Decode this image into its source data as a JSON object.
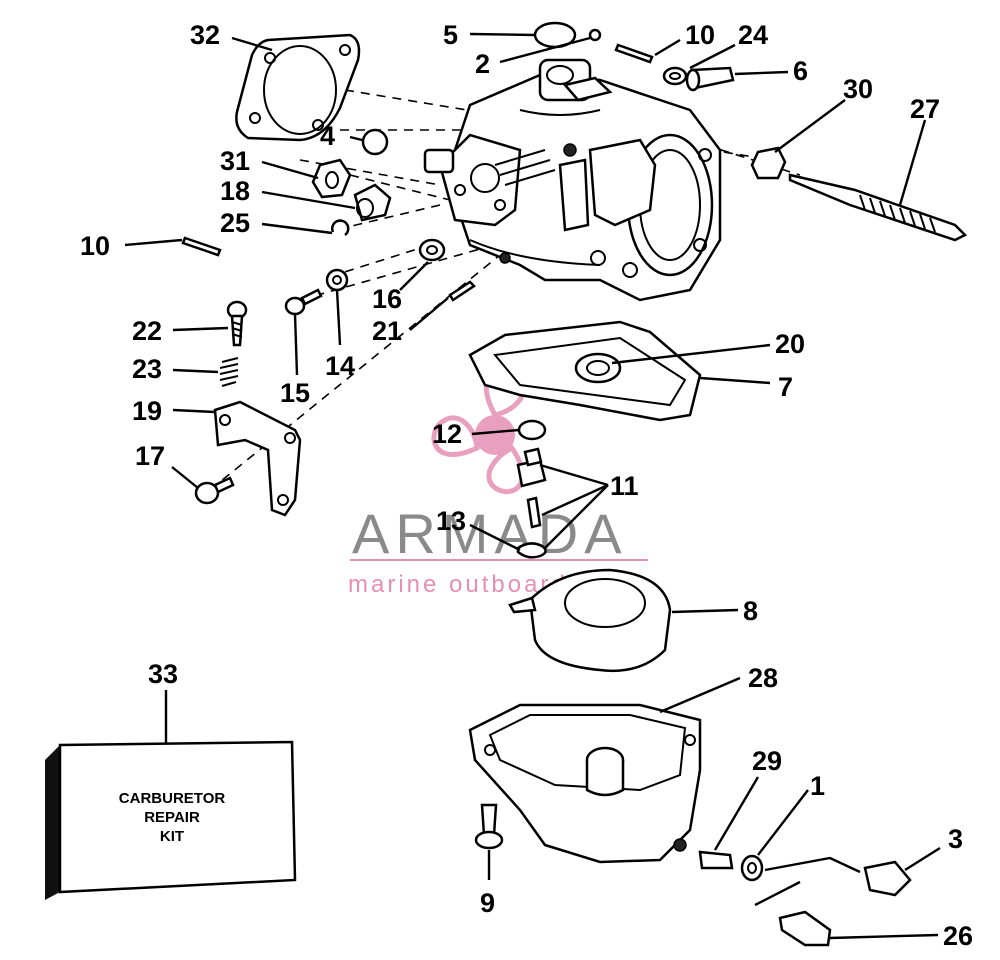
{
  "diagram": {
    "labels": {
      "l32": "32",
      "l5": "5",
      "l2": "2",
      "l10a": "10",
      "l24": "24",
      "l6": "6",
      "l30": "30",
      "l27": "27",
      "l4": "4",
      "l31": "31",
      "l18": "18",
      "l25": "25",
      "l10b": "10",
      "l16": "16",
      "l21": "21",
      "l14": "14",
      "l15": "15",
      "l22": "22",
      "l23": "23",
      "l19": "19",
      "l17": "17",
      "l20": "20",
      "l7": "7",
      "l12": "12",
      "l11": "11",
      "l13": "13",
      "l8": "8",
      "l33": "33",
      "l28": "28",
      "l29": "29",
      "l1": "1",
      "l3": "3",
      "l9": "9",
      "l26": "26"
    },
    "kit_box": {
      "line1": "CARBURETOR",
      "line2": "REPAIR",
      "line3": "KIT"
    }
  },
  "watermark": {
    "brand": "ARMADA",
    "tagline": "marine outboards",
    "colors": {
      "text": "#8a8a8a",
      "accent": "#e68fb3"
    }
  }
}
